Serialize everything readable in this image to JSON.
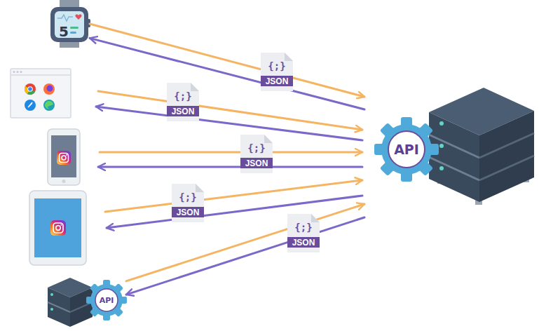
{
  "diagram": {
    "nodes": [
      {
        "text": [
          "5"
        ]
      },
      {
        "text": [
          "API"
        ]
      },
      {
        "text": [
          "API"
        ]
      }
    ],
    "edges": [
      {
        "from": 0,
        "to": 1,
        "arrow": "to"
      },
      {
        "from": 1,
        "to": 0,
        "arrow": "to"
      },
      {
        "from": 2,
        "to": 1,
        "arrow": "to"
      },
      {
        "from": 1,
        "to": 2,
        "arrow": "to"
      }
    ],
    "labels": [
      "{;}",
      "JSON",
      "{;}",
      "JSON",
      "{;}",
      "JSON",
      "{;}",
      "JSON",
      "{;}",
      "JSON"
    ]
  }
}
